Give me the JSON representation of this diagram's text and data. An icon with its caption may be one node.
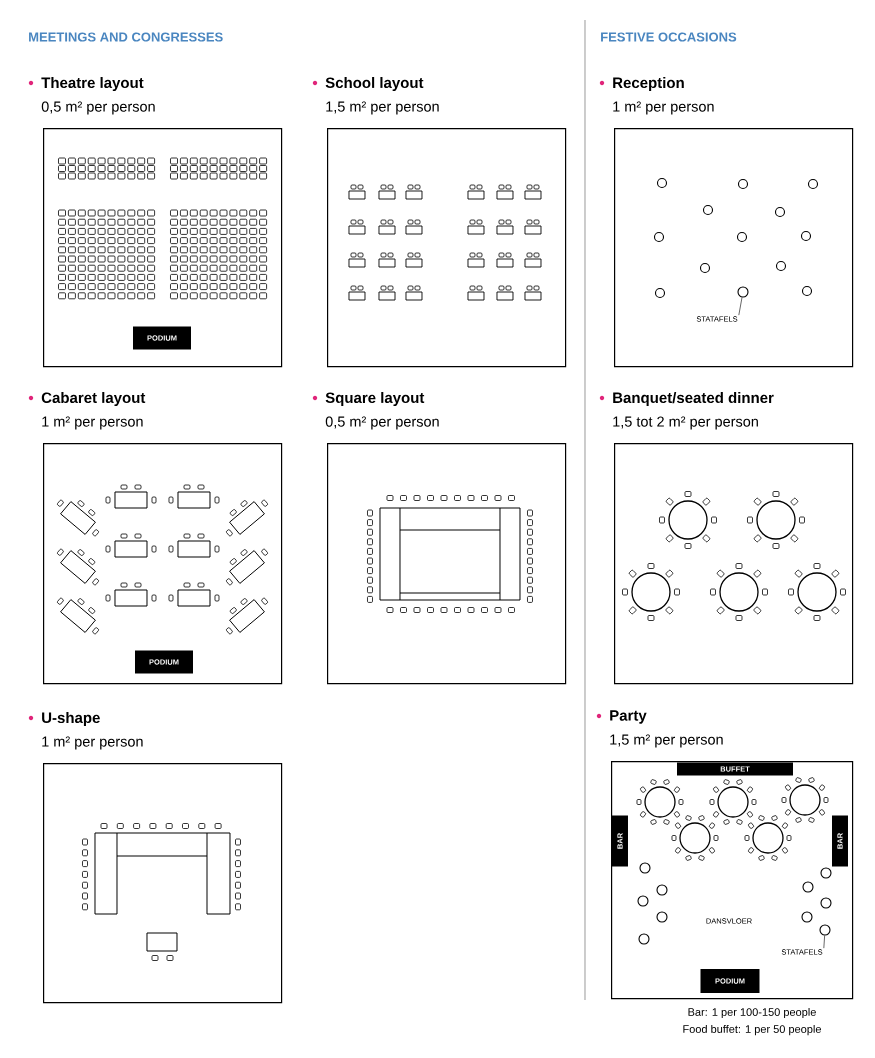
{
  "diagram": {
    "nodes": [
      {
        "text": [
          "Theatre layout",
          "0,5 m² per person"
        ]
      },
      {
        "text": [
          "PODIUM"
        ],
        "in": 0
      },
      {
        "text": [
          "School layout",
          "1,5 m² per person"
        ]
      },
      {
        "text": [
          "Reception",
          "1 m² per person"
        ]
      },
      {
        "text": [
          "STATAFELS"
        ],
        "in": 3
      },
      {
        "text": [],
        "shape": "circle",
        "in": 3
      },
      {
        "text": [
          "Cabaret layout",
          "1 m² per person"
        ]
      },
      {
        "text": [
          "PODIUM"
        ],
        "in": 6
      },
      {
        "text": [
          "Square layout",
          "0,5 m² per person"
        ]
      },
      {
        "text": [
          "Banquet/seated dinner",
          "1,5 tot 2 m² per person"
        ]
      },
      {
        "text": [
          "U-shape",
          "1 m² per person"
        ]
      },
      {
        "text": [
          "Party",
          "1,5 m² per person"
        ]
      },
      {
        "text": [
          "BUFFET"
        ],
        "in": 11
      },
      {
        "text": [
          "BAR"
        ],
        "in": 11
      },
      {
        "text": [
          "BAR"
        ],
        "in": 11
      },
      {
        "text": [
          "PODIUM"
        ],
        "in": 11
      },
      {
        "text": [
          "STATAFELS"
        ],
        "in": 11
      },
      {
        "text": [],
        "shape": "circle",
        "in": 11
      }
    ],
    "edges": [
      {
        "from": 4,
        "to": 5,
        "arrow": "none"
      },
      {
        "from": 16,
        "to": 17,
        "arrow": "none"
      }
    ],
    "labels": [
      "MEETINGS AND CONGRESSES",
      "FESTIVE OCCASIONS",
      "DANSVLOER",
      "Bar: 1 per 100-150 people",
      "Food buffet: 1 per 50 people"
    ]
  }
}
